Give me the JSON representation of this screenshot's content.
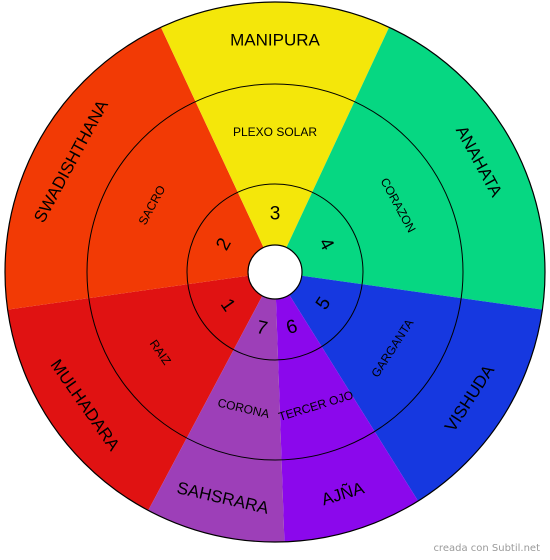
{
  "wheel": {
    "sectors": [
      {
        "number": "1",
        "sanskrit": "MULHADARA",
        "spanish": "RAIZ",
        "color": "#e01212"
      },
      {
        "number": "2",
        "sanskrit": "SWADISHTHANA",
        "spanish": "SACRO",
        "color": "#f23a05"
      },
      {
        "number": "3",
        "sanskrit": "MANIPURA",
        "spanish": "PLEXO SOLAR",
        "color": "#f4e70a"
      },
      {
        "number": "4",
        "sanskrit": "ANAHATA",
        "spanish": "CORAZON",
        "color": "#06d782"
      },
      {
        "number": "5",
        "sanskrit": "VISHUDA",
        "spanish": "GARGANTA",
        "color": "#1638e0"
      },
      {
        "number": "6",
        "sanskrit": "AJÑA",
        "spanish": "TERCER OJO",
        "color": "#8b08ec"
      },
      {
        "number": "7",
        "sanskrit": "SAHSRARA",
        "spanish": "CORONA",
        "color": "#9d3fb8"
      }
    ]
  },
  "credit": "creada con Subtil.net"
}
